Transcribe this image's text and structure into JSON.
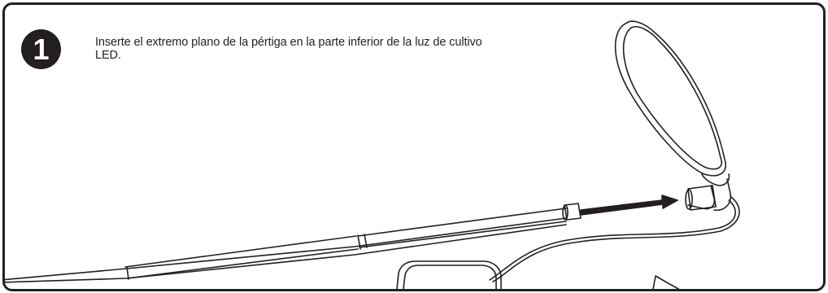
{
  "step": {
    "number": "1",
    "instruction": "Inserte el extremo plano de la pértiga en la parte inferior de la luz de cultivo LED."
  },
  "illustration": {
    "items": [
      "telescopic-pole",
      "insert-arrow",
      "led-grow-light",
      "power-cable",
      "power-adapter"
    ],
    "stroke_color": "#231f20"
  }
}
